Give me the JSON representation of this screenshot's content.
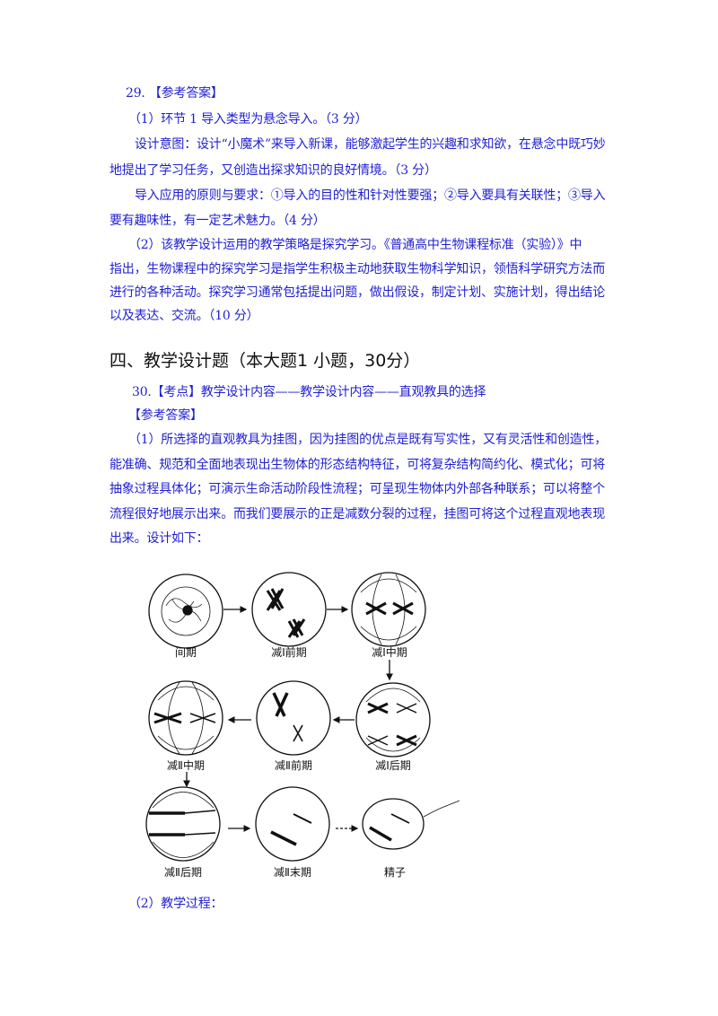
{
  "q29": {
    "title": "29. 【参考答案】",
    "lines": [
      "（1）环节 1 导入类型为悬念导入。（3 分）",
      "设计意图：设计“小魔术”来导入新课，能够激起学生的兴趣和求知欲，在悬念中既巧妙",
      "地提出了学习任务，又创造出探求知识的良好情境。（3 分）",
      "导入应用的原则与要求：①导入的目的性和针对性要强；②导入要具有关联性；③导入",
      "要有趣味性，有一定艺术魅力。（4 分）",
      "（2）该教学设计运用的教学策略是探究学习。《普通高中生物课程标准（实验）》中",
      "指出，生物课程中的探究学习是指学生积极主动地获取生物科学知识，领悟科学研究方法而",
      "进行的各种活动。探究学习通常包括提出问题，做出假设，制定计划、实施计划，得出结论",
      "以及表达、交流。（10 分）"
    ]
  },
  "section_heading": "四、教学设计题（本大题1  小题，30分）",
  "q30": {
    "title": "30.【考点】教学设计内容——教学设计内容——直观教具的选择",
    "answer_label": "【参考答案】",
    "lines": [
      "（1）所选择的直观教具为挂图，因为挂图的优点是既有写实性，又有灵活性和创造性，",
      "能准确、规范和全面地表现出生物体的形态结构特征，可将复杂结构简约化、模式化；可将",
      "抽象过程具体化；可演示生命活动阶段性流程；可呈现生物体内外部各种联系；可以将整个",
      "流程很好地展示出来。而我们要展示的正是减数分裂的过程，挂图可将这个过程直观地表现",
      "出来。设计如下："
    ],
    "figure_labels": [
      "间期",
      "减Ⅰ前期",
      "减Ⅰ中期",
      "减Ⅰ后期",
      "减Ⅱ前期",
      "减Ⅱ中期",
      "减Ⅱ后期",
      "减Ⅱ末期",
      "精子"
    ],
    "part2": "（2）教学过程："
  },
  "colors": {
    "text_blue": "#1f1fd0",
    "heading": "#111111"
  }
}
